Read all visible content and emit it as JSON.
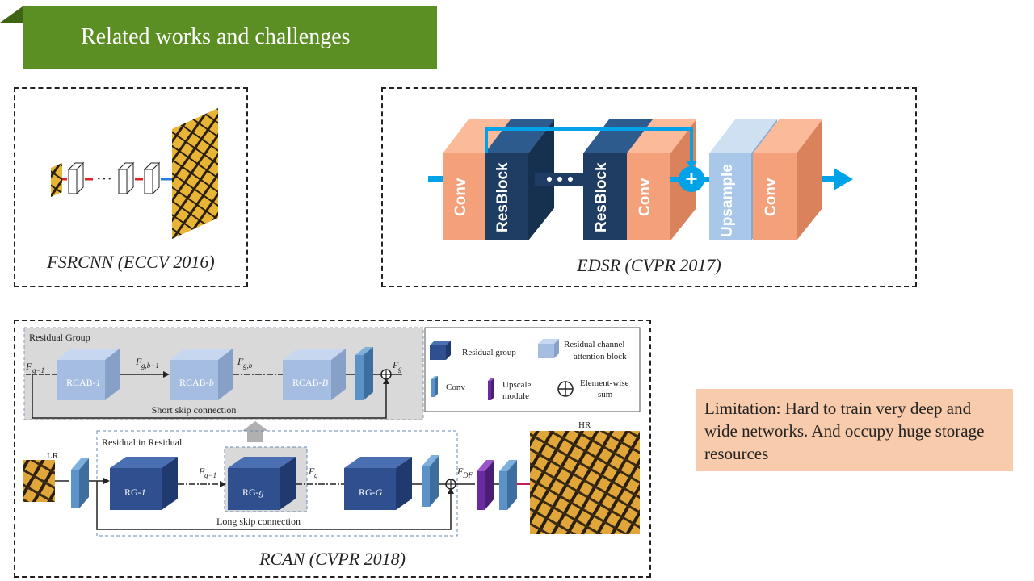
{
  "slide_title": "Related works and challenges",
  "fsrcnn": {
    "caption": "FSRCNN (ECCV 2016)",
    "ellipsis": "···"
  },
  "edsr": {
    "caption": "EDSR (CVPR 2017)",
    "blocks": [
      "Conv",
      "ResBlock",
      "ResBlock",
      "Conv",
      "Upsample",
      "Conv"
    ],
    "plus": "+"
  },
  "rcan": {
    "caption": "RCAN (CVPR 2018)",
    "residual_group": {
      "label": "Residual Group",
      "in_label": "F",
      "in_sub": "g−1",
      "blocks": [
        "RCAB-",
        "RCAB-",
        "RCAB-"
      ],
      "block_suffix": [
        "1",
        "b",
        "B"
      ],
      "mid_labels": [
        "F",
        "F"
      ],
      "mid_subs": [
        "g,b−1",
        "g,b"
      ],
      "out_label": "F",
      "out_sub": "g",
      "skip": "Short skip connection"
    },
    "legend": {
      "residual_group": "Residual group",
      "rcab_line1": "Residual channel",
      "rcab_line2": "attention block",
      "conv": "Conv",
      "upscale_line1": "Upscale",
      "upscale_line2": "module",
      "sum_line1": "Element-wise",
      "sum_line2": "sum"
    },
    "rir": {
      "label": "Residual in Residual",
      "lr": "LR",
      "hr": "HR",
      "blocks": [
        "RG-",
        "RG-",
        "RG-"
      ],
      "block_suffix": [
        "1",
        "g",
        "G"
      ],
      "labels": [
        "F",
        "F"
      ],
      "subs": [
        "g−1",
        "g"
      ],
      "fdf": "F",
      "fdf_sub": "DF",
      "skip": "Long skip connection"
    }
  },
  "limitation": "Limitation: Hard to train very deep and wide networks.  And occupy huge storage resources",
  "colors": {
    "banner": "#5b8e23",
    "orange": "#f4a07a",
    "navy": "#1f3d63",
    "lightblue": "#a9c7e8",
    "arrow": "#00a3e8",
    "limit_bg": "#f8cbad"
  }
}
